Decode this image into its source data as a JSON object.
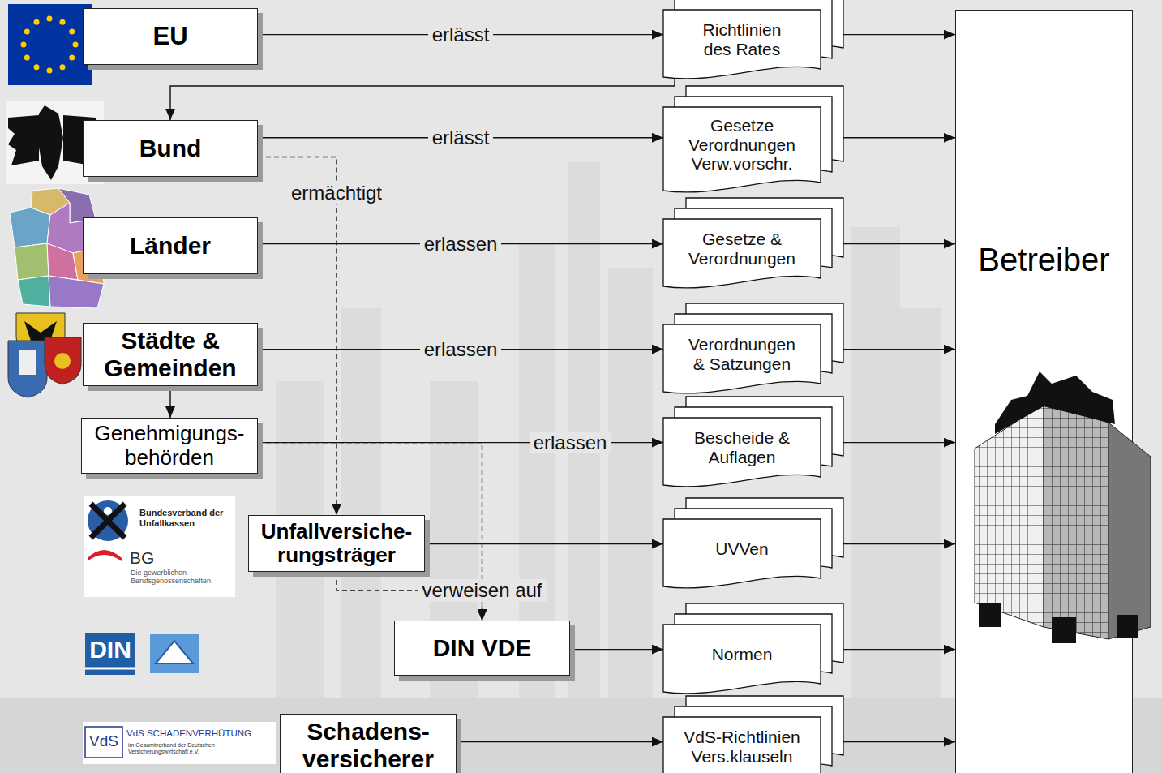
{
  "diagram": {
    "nodes": [
      {
        "text": [
          "EU"
        ]
      },
      {
        "text": [
          "Richtlinien des Rates"
        ]
      },
      {
        "text": [
          "Betreiber"
        ]
      },
      {
        "text": [
          "Bund"
        ]
      },
      {
        "text": [
          "Gesetze Verordnungen Verw.vorschr."
        ]
      },
      {
        "text": [
          "Länder"
        ]
      },
      {
        "text": [
          "Gesetze & Verordnungen"
        ]
      },
      {
        "text": [
          "Städte & Gemeinden"
        ]
      },
      {
        "text": [
          "Verordnungen & Satzungen"
        ]
      },
      {
        "text": [
          "Genehmigungs- behörden"
        ]
      },
      {
        "text": [
          "Bescheide & Auflagen"
        ]
      },
      {
        "text": [
          "Unfallversiche- rungsträger"
        ]
      },
      {
        "text": [
          "UVVen"
        ]
      },
      {
        "text": [
          "DIN VDE"
        ]
      },
      {
        "text": [
          "Normen"
        ]
      },
      {
        "text": [
          "Schadens- versicherer"
        ]
      },
      {
        "text": [
          "VdS-Richtlinien Vers.klauseln"
        ]
      }
    ],
    "edges": [
      {
        "from": 0,
        "to": 1,
        "label": "erlässt",
        "arrow": "to"
      },
      {
        "from": 1,
        "to": 3,
        "arrow": "to"
      },
      {
        "from": 1,
        "to": 2,
        "arrow": "to"
      },
      {
        "from": 3,
        "to": 4,
        "label": "erlässt",
        "arrow": "to"
      },
      {
        "from": 3,
        "to": 11,
        "label": "ermächtigt",
        "arrow": "to"
      },
      {
        "from": 4,
        "to": 2,
        "arrow": "to"
      },
      {
        "from": 5,
        "to": 6,
        "label": "erlassen",
        "arrow": "to"
      },
      {
        "from": 6,
        "to": 2,
        "arrow": "to"
      },
      {
        "from": 7,
        "to": 8,
        "label": "erlassen",
        "arrow": "to"
      },
      {
        "from": 8,
        "to": 2,
        "arrow": "to"
      },
      {
        "from": 7,
        "to": 9,
        "arrow": "to"
      },
      {
        "from": 9,
        "to": 10,
        "label": "erlassen",
        "arrow": "to"
      },
      {
        "from": 10,
        "to": 2,
        "arrow": "to"
      },
      {
        "from": 9,
        "to": 13,
        "arrow": "to"
      },
      {
        "from": 11,
        "to": 12,
        "arrow": "to"
      },
      {
        "from": 12,
        "to": 2,
        "arrow": "to"
      },
      {
        "from": 11,
        "to": 13,
        "label": "verweisen auf",
        "arrow": "to"
      },
      {
        "from": 13,
        "to": 14,
        "arrow": "to"
      },
      {
        "from": 14,
        "to": 2,
        "arrow": "to"
      },
      {
        "from": 15,
        "to": 16,
        "arrow": "to"
      },
      {
        "from": 16,
        "to": 2,
        "arrow": "to"
      }
    ],
    "labels": [
      "Bundesverband der Unfallkassen",
      "BG",
      "Die gewerblichen Berufsgenossenschaften",
      "DIN",
      "VdS",
      "VdS SCHADENVERHÜTUNG",
      "im Gesamtverband der Deutschen Versicherungswirtschaft e.V."
    ]
  }
}
